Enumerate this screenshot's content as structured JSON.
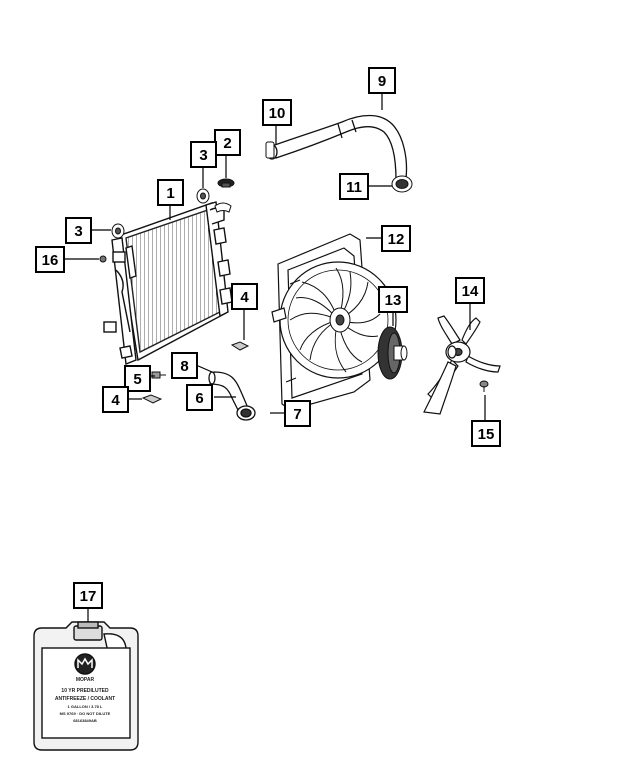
{
  "callouts": {
    "c1": "1",
    "c2": "2",
    "c3a": "3",
    "c3b": "3",
    "c4a": "4",
    "c4b": "4",
    "c5": "5",
    "c6": "6",
    "c7": "7",
    "c8": "8",
    "c9": "9",
    "c10": "10",
    "c11": "11",
    "c12": "12",
    "c13": "13",
    "c14": "14",
    "c15": "15",
    "c16": "16",
    "c17": "17"
  },
  "jug_label": {
    "brand": "MOPAR",
    "line1": "10 YR PREDILUTED",
    "line2": "ANTIFREEZE / COOLANT",
    "line3": "1 GALLON / 3.78 L",
    "line4": "MS 9769 · DO NOT DILUTE",
    "line5": "68163849AB"
  }
}
